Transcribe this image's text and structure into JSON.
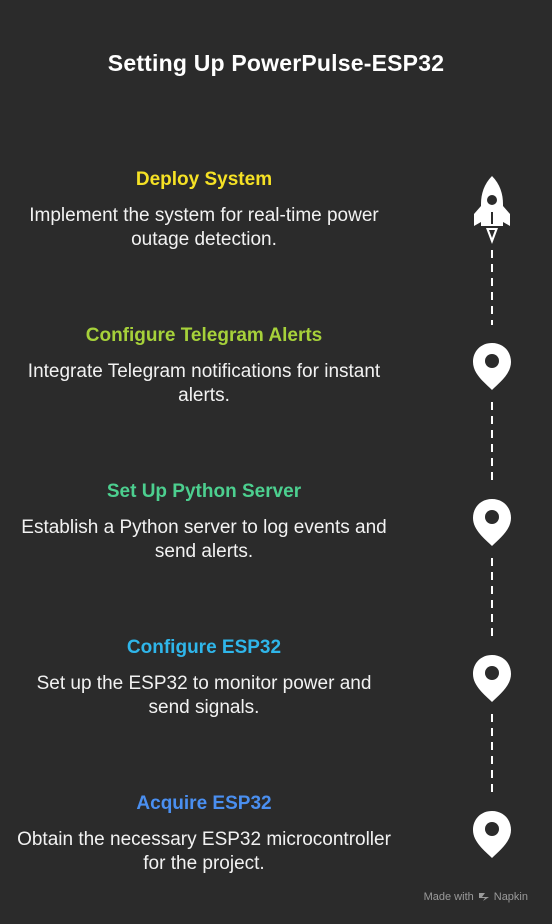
{
  "title": "Setting Up PowerPulse-ESP32",
  "steps": [
    {
      "title": "Deploy System",
      "description": "Implement the system for real-time power outage detection.",
      "color": "#f5e125",
      "icon": "rocket-icon"
    },
    {
      "title": "Configure Telegram Alerts",
      "description": "Integrate Telegram notifications for instant alerts.",
      "color": "#a6d13a",
      "icon": "map-pin-icon"
    },
    {
      "title": "Set Up Python Server",
      "description": "Establish a Python server to log events and send alerts.",
      "color": "#4ccf8f",
      "icon": "map-pin-icon"
    },
    {
      "title": "Configure ESP32",
      "description": "Set up the ESP32 to monitor power and send signals.",
      "color": "#2fb6ea",
      "icon": "map-pin-icon"
    },
    {
      "title": "Acquire ESP32",
      "description": "Obtain the necessary ESP32 microcontroller for the project.",
      "color": "#4a8ff0",
      "icon": "map-pin-icon"
    }
  ],
  "footer": {
    "made_with": "Made with",
    "brand": "Napkin"
  }
}
